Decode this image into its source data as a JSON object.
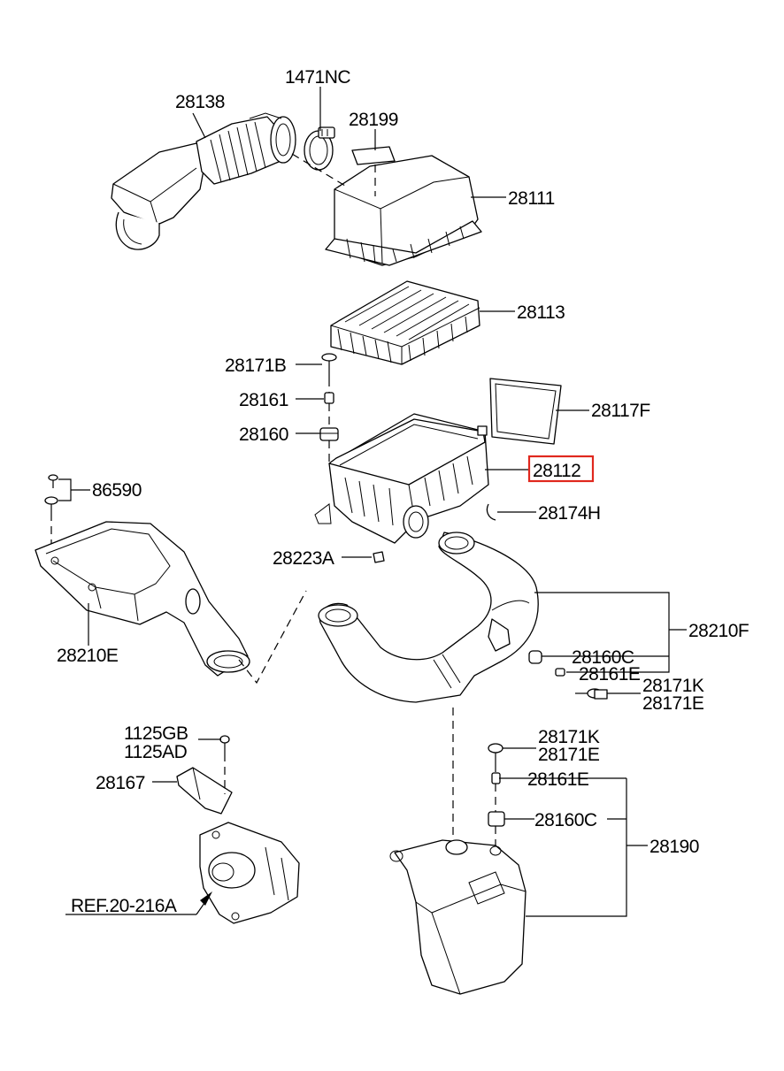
{
  "labels": {
    "p28138": "28138",
    "p1471NC": "1471NC",
    "p28199": "28199",
    "p28111": "28111",
    "p28113": "28113",
    "p28171B": "28171B",
    "p28161": "28161",
    "p28160": "28160",
    "p28117F": "28117F",
    "p28112": "28112",
    "p86590": "86590",
    "p28174H": "28174H",
    "p28223A": "28223A",
    "p28210E": "28210E",
    "p28210F": "28210F",
    "p28160C_a": "28160C",
    "p28161E_a": "28161E",
    "p28171K_a": "28171K",
    "p28171E_a": "28171E",
    "p1125GB": "1125GB",
    "p1125AD": "1125AD",
    "p28167": "28167",
    "p28171K_b": "28171K",
    "p28171E_b": "28171E",
    "p28161E_b": "28161E",
    "p28160C_b": "28160C",
    "p28190": "28190",
    "ref": "REF.20-216A"
  },
  "highlight_color": "#e0281e"
}
